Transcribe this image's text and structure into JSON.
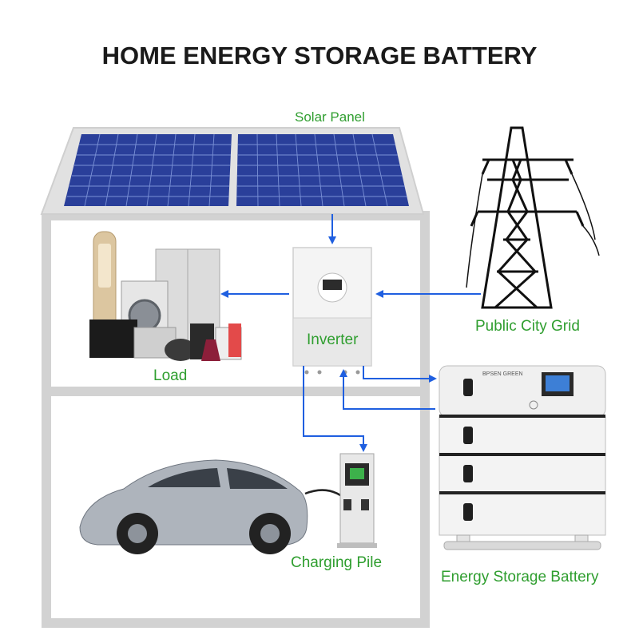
{
  "title": "HOME ENERGY STORAGE BATTERY",
  "labels": {
    "solar_panel": "Solar Panel",
    "public_grid": "Public City Grid",
    "inverter": "Inverter",
    "load": "Load",
    "charging_pile": "Charging Pile",
    "battery": "Energy Storage Battery"
  },
  "battery_brand": "BPSEN GREEN",
  "colors": {
    "label_green": "#2f9e2f",
    "arrow_blue": "#1f5fe0",
    "house_grey": "#d2d2d2",
    "panel_blue": "#2a3f9a"
  },
  "icons": [
    "solar-panel-icon",
    "power-tower-icon",
    "inverter-icon",
    "appliances-icon",
    "car-icon",
    "charging-pile-icon",
    "battery-stack-icon"
  ]
}
